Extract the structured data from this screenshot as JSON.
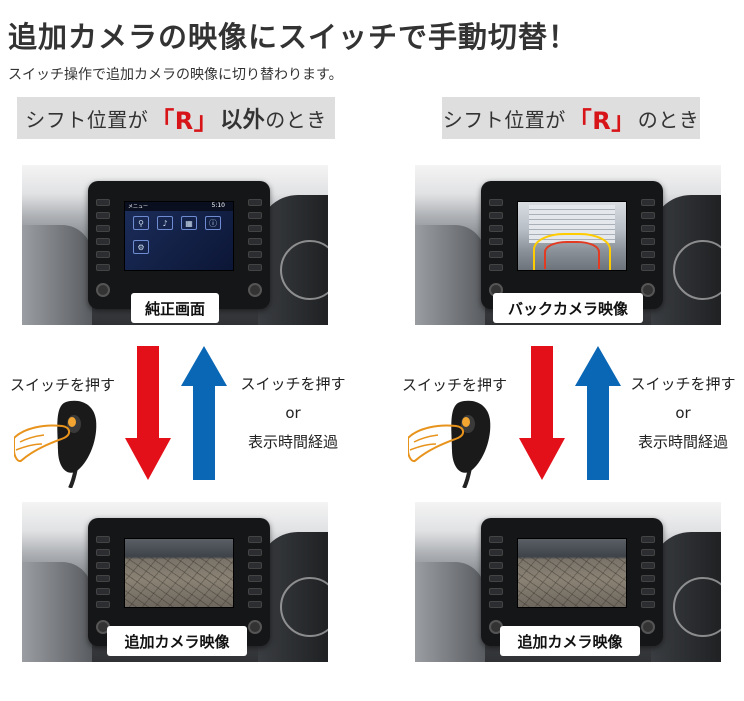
{
  "headline": "追加カメラの映像にスイッチで手動切替！",
  "subline": "スイッチ操作で追加カメラの映像に切り替わります。",
  "left": {
    "mode_before": "シフト位置が",
    "mode_r": "「R」",
    "mode_strong": "以外",
    "mode_after": "のとき",
    "top_caption": "純正画面",
    "bottom_caption": "追加カメラ映像",
    "down_label": "スイッチを押す",
    "up_label_1": "スイッチを押す",
    "up_label_2": "or",
    "up_label_3": "表示時間経過",
    "screen_menu_title": "メニュー",
    "screen_menu_time": "5:10"
  },
  "right": {
    "mode_before": "シフト位置が",
    "mode_r": "「R」",
    "mode_after": "のとき",
    "top_caption": "バックカメラ映像",
    "bottom_caption": "追加カメラ映像",
    "down_label": "スイッチを押す",
    "up_label_1": "スイッチを押す",
    "up_label_2": "or",
    "up_label_3": "表示時間経過"
  },
  "colors": {
    "down_arrow": "#e3101a",
    "up_arrow": "#0a67b5",
    "r_mark": "#d71418",
    "label_bg": "#dedede"
  }
}
